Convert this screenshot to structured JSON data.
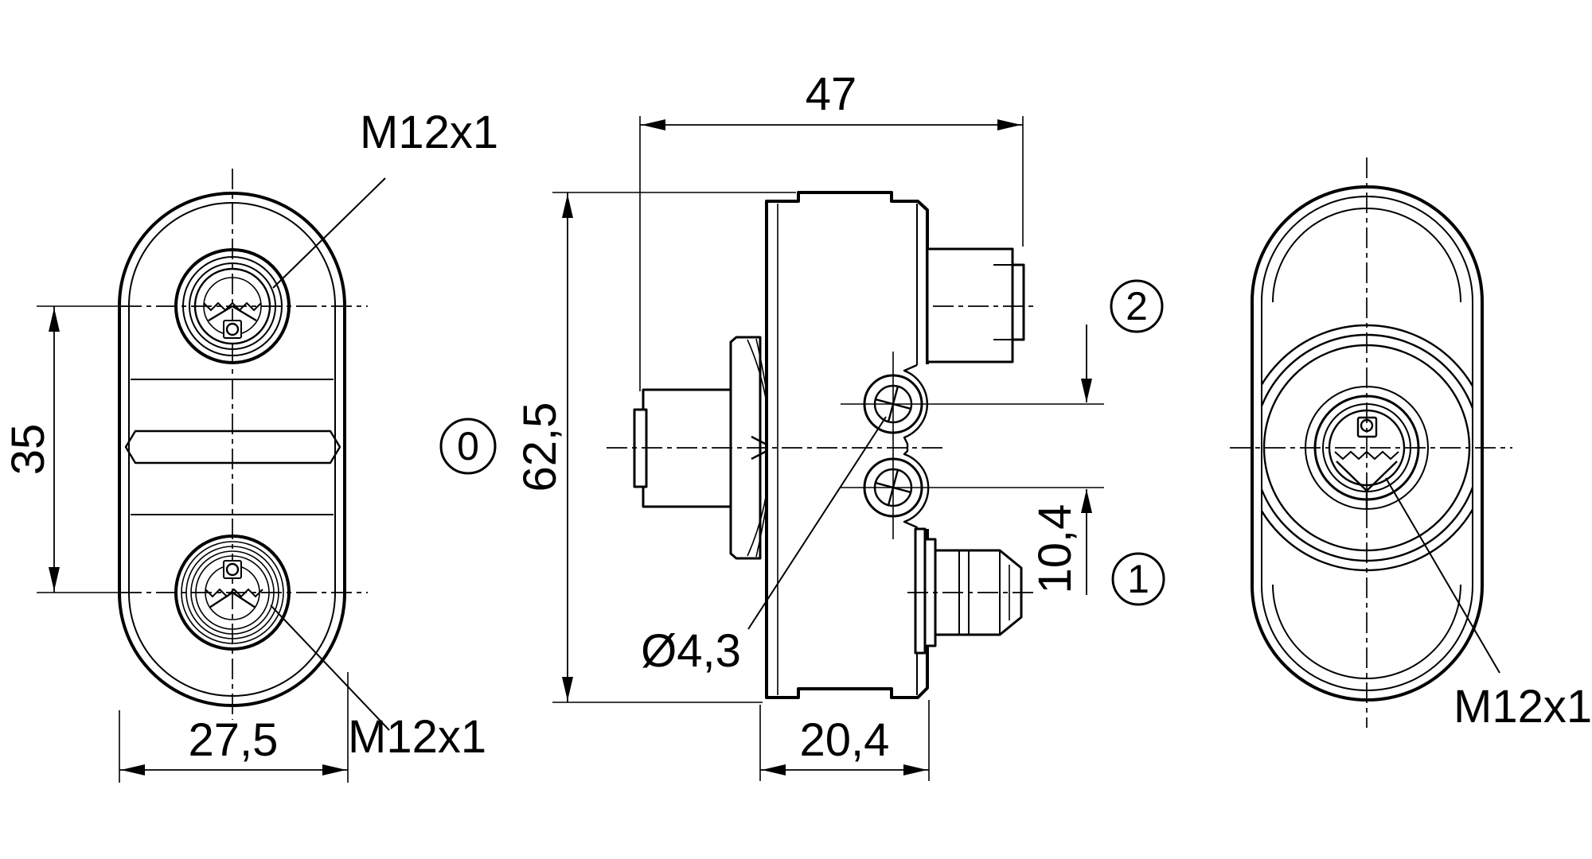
{
  "drawing": {
    "front_view": {
      "label_connector_top": "M12x1",
      "label_connector_bottom": "M12x1",
      "dim_connector_spacing": "35",
      "dim_width": "27,5"
    },
    "side_view": {
      "dim_depth": "47",
      "dim_height": "62,5",
      "dim_body_depth": "20,4",
      "dim_screw_spacing": "10,4",
      "dim_screw_hole": "Ø4,3",
      "callout_zero": "0",
      "callout_one": "1",
      "callout_two": "2"
    },
    "rear_view": {
      "label_connector": "M12x1"
    },
    "colors": {
      "line": "#000000",
      "background": "#ffffff"
    }
  }
}
